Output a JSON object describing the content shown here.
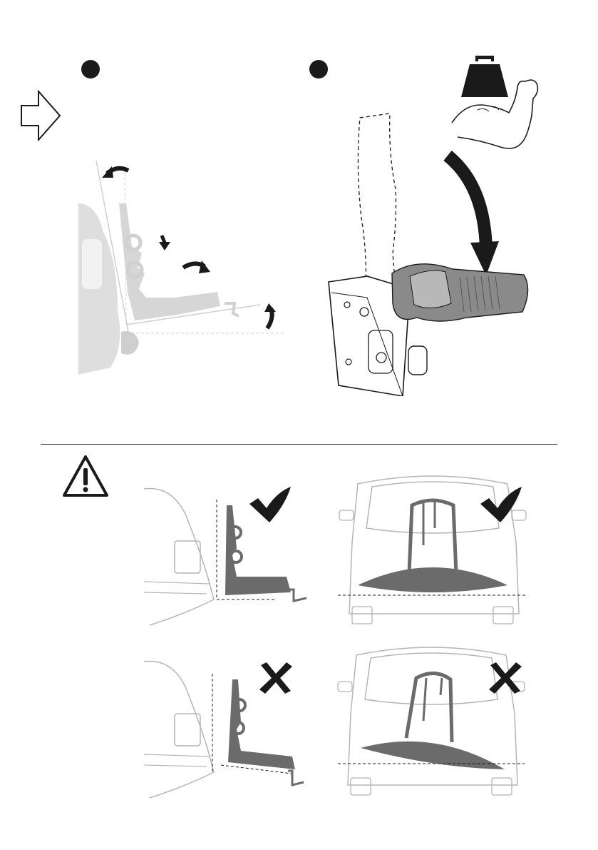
{
  "colors": {
    "ink": "#1a1a1a",
    "ghost_gray": "#d9d9d9",
    "rack_gray": "#6b6b6b",
    "car_outline": "#b5b5b5",
    "ok_mark": "#1a1a1a",
    "bad_mark": "#1a1a1a"
  },
  "steps": [
    {
      "id": 1,
      "marker": "filled-circle",
      "content": "rack-folding-motion"
    },
    {
      "id": 2,
      "marker": "filled-circle",
      "content": "hitch-clamp-lever-press"
    }
  ],
  "icons": {
    "next_arrow": "right-arrow-outline-icon",
    "weight": "kettlebell-weight-icon",
    "arm": "flexed-arm-icon",
    "warning": "warning-triangle-icon",
    "ok": "checkmark-icon",
    "bad": "cross-icon"
  },
  "warning_grid": {
    "rows": [
      {
        "state": "correct",
        "side_view": "rack-vertical",
        "rear_view": "rack-level"
      },
      {
        "state": "incorrect",
        "side_view": "rack-tilted",
        "rear_view": "rack-tilted"
      }
    ]
  }
}
